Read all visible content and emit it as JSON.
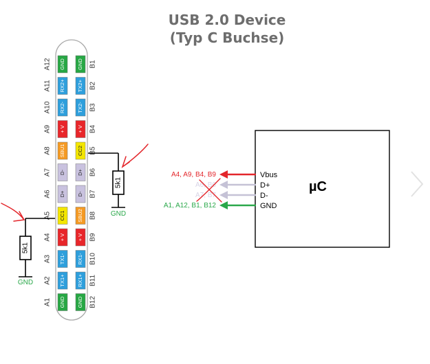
{
  "title": {
    "line1": "USB 2.0 Device",
    "line2": "(Typ C Buchse)"
  },
  "colors": {
    "gnd": "#27a744",
    "rx_tx": "#2e9fdc",
    "vbus": "#e8262a",
    "sbu_cc": "#f4e600",
    "sbu1_orange": "#f59a23",
    "data": "#c9c2df",
    "red_wire": "#e3262b",
    "green_wire": "#2aa84a",
    "grey_wire": "#c5c2d6"
  },
  "connector": {
    "a_side_labels": [
      "A12",
      "A11",
      "A10",
      "A9",
      "A8",
      "A7",
      "A6",
      "A5",
      "A4",
      "A3",
      "A2",
      "A1"
    ],
    "b_side_labels": [
      "B1",
      "B2",
      "B3",
      "B4",
      "B5",
      "B6",
      "B7",
      "B8",
      "B9",
      "B10",
      "B11",
      "B12"
    ],
    "a_pins": [
      {
        "label": "GND",
        "color": "gnd"
      },
      {
        "label": "RX2+",
        "color": "rx_tx"
      },
      {
        "label": "RX2-",
        "color": "rx_tx"
      },
      {
        "label": "+ V",
        "color": "vbus"
      },
      {
        "label": "SBU1",
        "color": "sbu1_orange"
      },
      {
        "label": "D-",
        "color": "data"
      },
      {
        "label": "D+",
        "color": "data"
      },
      {
        "label": "CC1",
        "color": "sbu_cc"
      },
      {
        "label": "+ V",
        "color": "vbus"
      },
      {
        "label": "TX1-",
        "color": "rx_tx"
      },
      {
        "label": "TX1+",
        "color": "rx_tx"
      },
      {
        "label": "GND",
        "color": "gnd"
      }
    ],
    "b_pins": [
      {
        "label": "GND",
        "color": "gnd"
      },
      {
        "label": "TX2+",
        "color": "rx_tx"
      },
      {
        "label": "TX2-",
        "color": "rx_tx"
      },
      {
        "label": "+ V",
        "color": "vbus"
      },
      {
        "label": "CC2",
        "color": "sbu_cc"
      },
      {
        "label": "D+",
        "color": "data"
      },
      {
        "label": "D-",
        "color": "data"
      },
      {
        "label": "SBU2",
        "color": "sbu1_orange"
      },
      {
        "label": "+ V",
        "color": "vbus"
      },
      {
        "label": "RX1-",
        "color": "rx_tx"
      },
      {
        "label": "RX1+",
        "color": "rx_tx"
      },
      {
        "label": "GND",
        "color": "gnd"
      }
    ]
  },
  "resistors": {
    "left": {
      "value": "5k1",
      "gnd_label": "GND"
    },
    "right": {
      "value": "5k1",
      "gnd_label": "GND"
    }
  },
  "mcu": {
    "name": "µC",
    "pins": [
      "Vbus",
      "D+",
      "D-",
      "GND"
    ]
  },
  "connections": {
    "vbus_label": "A4, A9, B4, B9",
    "dplus_label": "A6, B6",
    "dminus_label": "A7, B7",
    "gnd_label": "A1, A12, B1, B12"
  }
}
